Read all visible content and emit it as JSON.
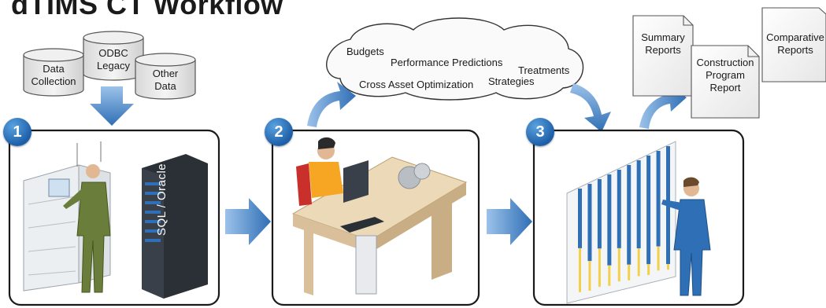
{
  "title": "dTIMS CT Workflow",
  "sources": [
    {
      "label": "Data\nCollection"
    },
    {
      "label": "ODBC\nLegacy"
    },
    {
      "label": "Other\nData"
    }
  ],
  "cloud": {
    "items": [
      "Budgets",
      "Performance Predictions",
      "Treatments",
      "Cross Asset Optimization",
      "Strategies"
    ]
  },
  "reports": [
    {
      "label": "Summary\nReports"
    },
    {
      "label": "Construction\nProgram\nReport"
    },
    {
      "label": "Comparative\nReports"
    }
  ],
  "steps": [
    {
      "number": "1",
      "server_label": "SQL / Oracle"
    },
    {
      "number": "2"
    },
    {
      "number": "3"
    }
  ],
  "colors": {
    "accent": "#2f6fb5",
    "arrow": "#3d7fc4",
    "panel_border": "#1a1a1a"
  }
}
